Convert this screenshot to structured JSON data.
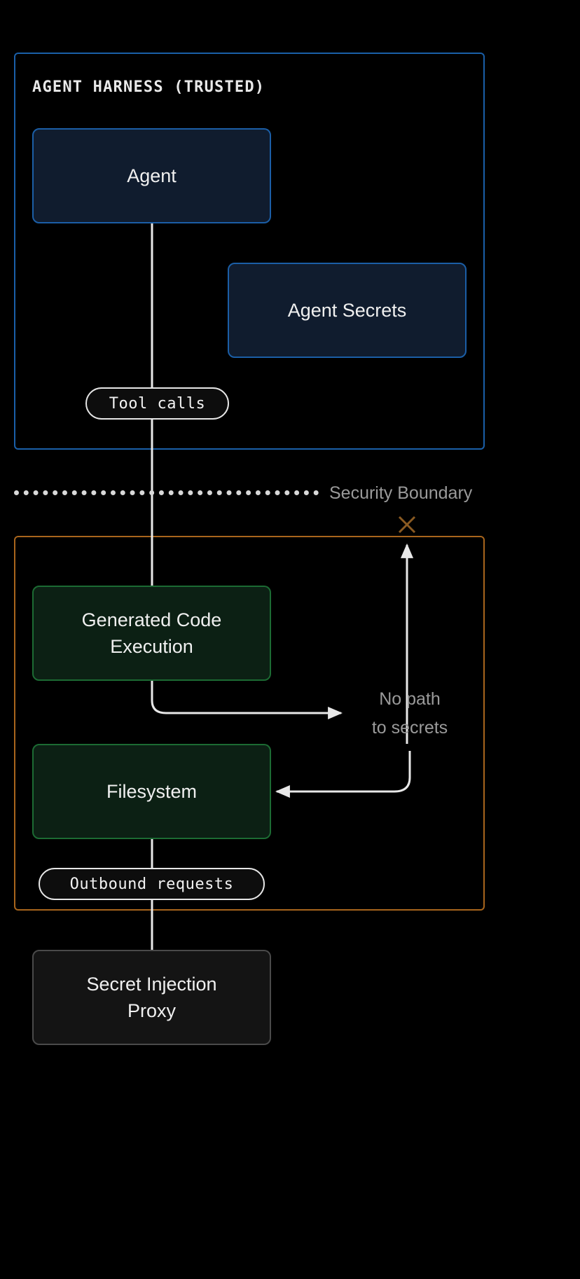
{
  "diagram": {
    "title": "Agent harness security boundary architecture",
    "background_color": "#000000",
    "zones": [
      {
        "id": "trusted",
        "label": "AGENT HARNESS (TRUSTED)",
        "border_color": "#1a5fa8"
      },
      {
        "id": "untrusted",
        "label": "",
        "border_color": "#a8651c"
      }
    ],
    "nodes": [
      {
        "id": "agent",
        "label": "Agent",
        "fill": "#101c2e",
        "border": "#1b5ea6"
      },
      {
        "id": "secrets",
        "label": "Agent Secrets",
        "fill": "#101c2e",
        "border": "#1b5ea6"
      },
      {
        "id": "codeexec",
        "label_line1": "Generated Code",
        "label_line2": "Execution",
        "fill": "#0c2014",
        "border": "#1c6b33"
      },
      {
        "id": "filesystem",
        "label": "Filesystem",
        "fill": "#0c2014",
        "border": "#1c6b33"
      },
      {
        "id": "proxy",
        "label_line1": "Secret Injection",
        "label_line2": "Proxy",
        "fill": "#141414",
        "border": "#4a4a4a"
      }
    ],
    "edge_labels": [
      {
        "id": "tool-calls",
        "text": "Tool calls"
      },
      {
        "id": "outbound-requests",
        "text": "Outbound requests"
      }
    ],
    "boundary": {
      "label": "Security Boundary",
      "line_color": "#d8d8d8",
      "label_color": "#9a9a9a"
    },
    "annotations": [
      {
        "id": "no-path",
        "line1": "No path",
        "line2": "to secrets",
        "color": "#9a9a9a",
        "marker": "x-mark",
        "marker_color": "#8a5a22"
      }
    ]
  }
}
